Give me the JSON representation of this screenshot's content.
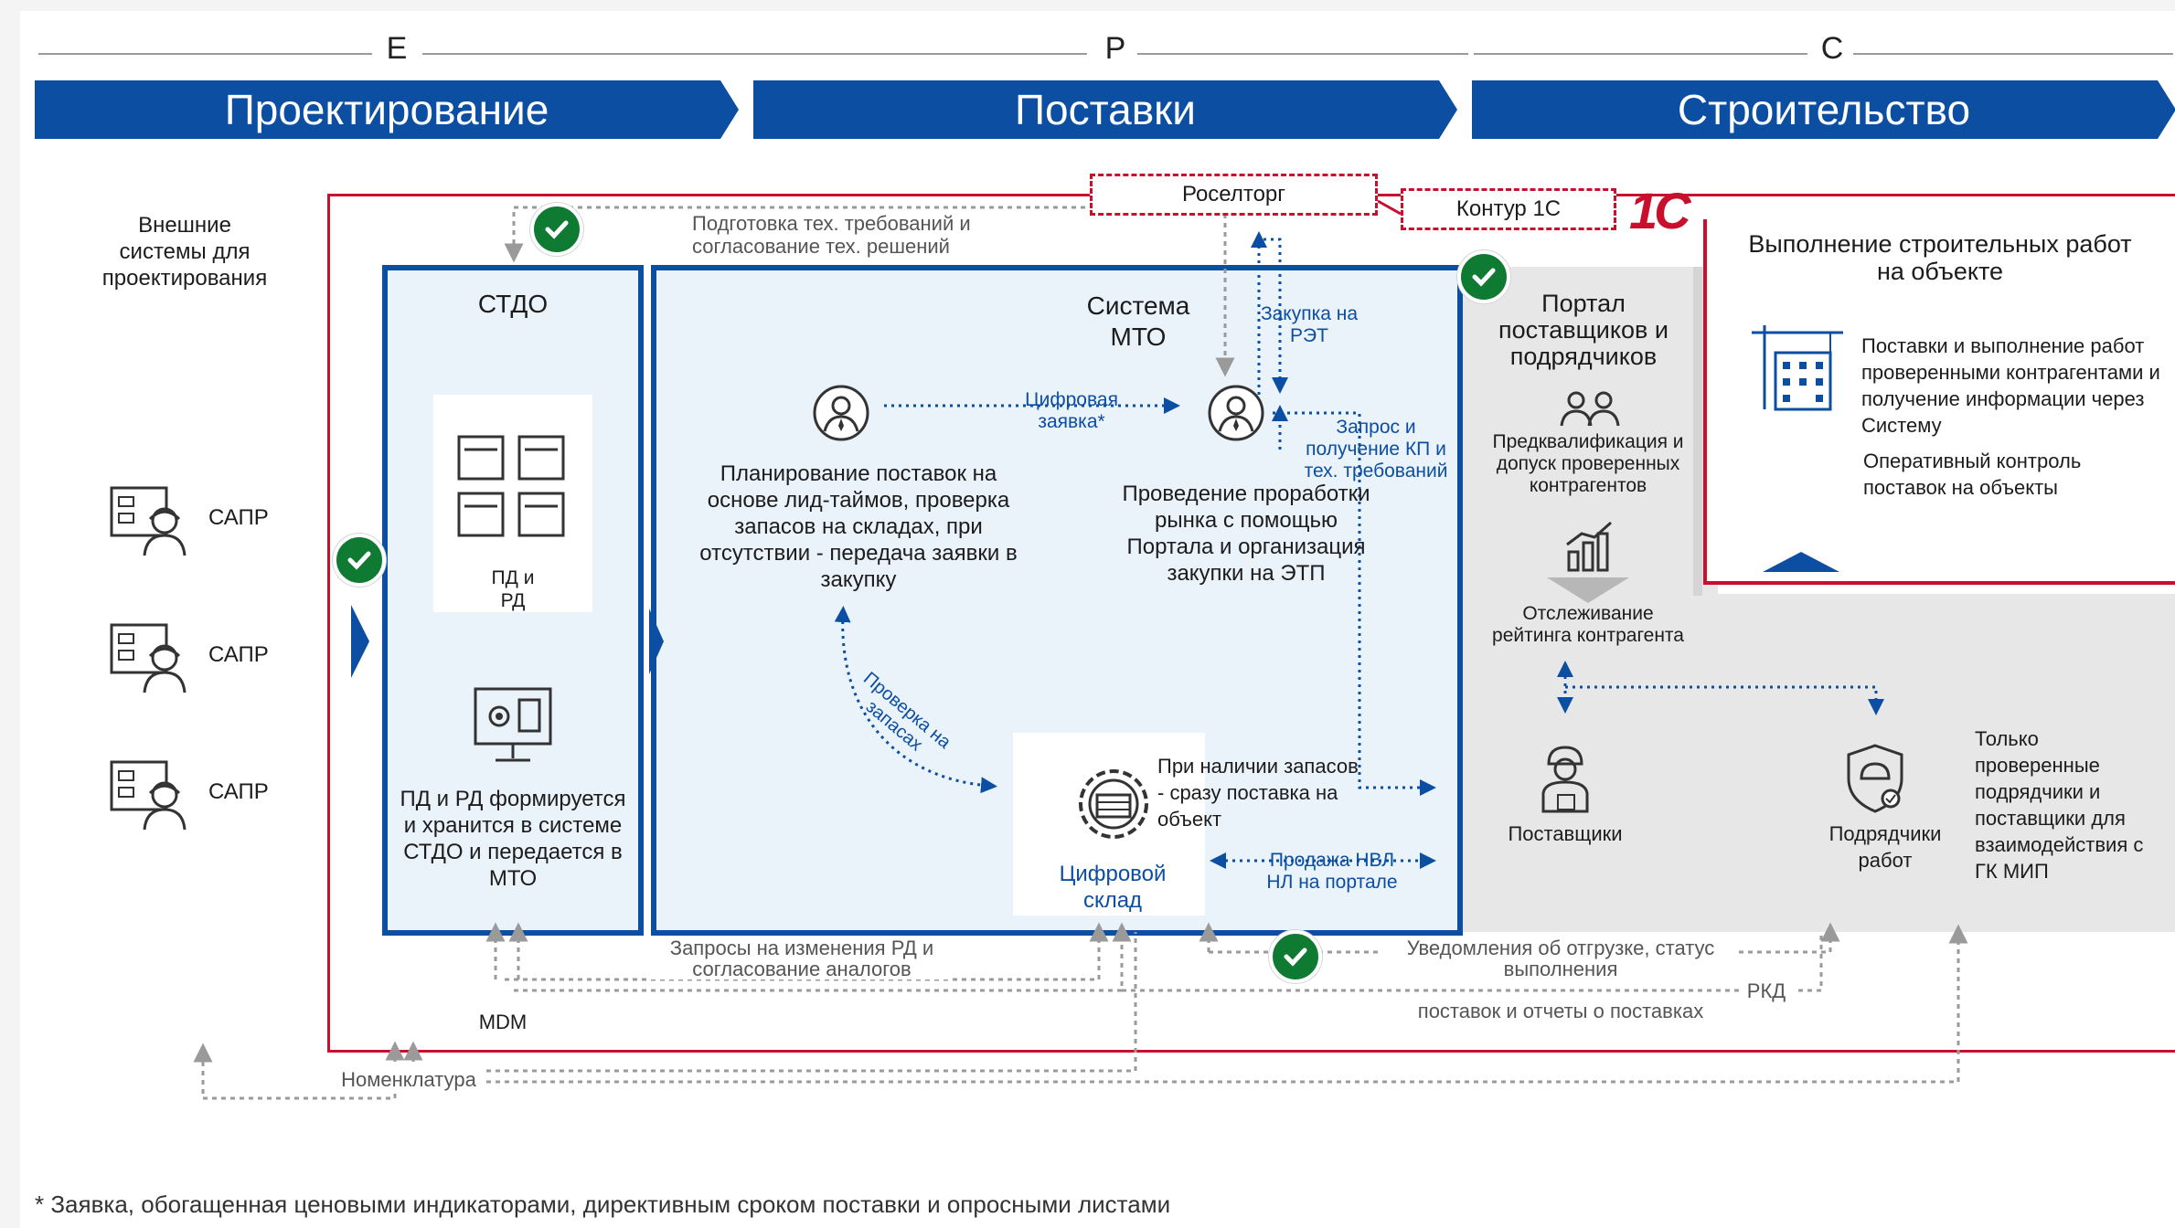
{
  "phases": [
    {
      "letter": "E",
      "title": "Проектирование"
    },
    {
      "letter": "P",
      "title": "Поставки"
    },
    {
      "letter": "C",
      "title": "Строительство"
    }
  ],
  "external": {
    "title": "Внешние системы для проектирования",
    "sapr": [
      "САПР",
      "САПР",
      "САПР"
    ]
  },
  "stdo": {
    "title": "СТДО",
    "docs_label": "ПД и РД",
    "desc": "ПД и РД формируется и хранится в системе СТДО и передается в МТО"
  },
  "mto": {
    "title": "Система МТО",
    "planning": "Планирование поставок на основе лид-таймов, проверка запасов на складах, при отсутствии - передача заявки в закупку",
    "digital_request": "Цифровая заявка*",
    "market": "Проведение проработки рынка с помощью Портала и организация закупки на ЭТП",
    "purchase_ret": "Закупка на РЭТ",
    "kp_request": "Запрос и получение КП и тех. требований",
    "stock_check": "Проверка на запасах",
    "stock_delivery": "При наличии запасов - сразу поставка на объект",
    "digital_warehouse": "Цифровой склад",
    "sale_nvl": "Продажа НВЛ НЛ на портале"
  },
  "top": {
    "roseltorg": "Роселторг",
    "kontur": "Контур 1С",
    "logo_1c": "1С",
    "tech_req": "Подготовка тех. требований и согласование тех. решений"
  },
  "portal": {
    "title": "Портал поставщиков и подрядчиков",
    "prequal": "Предквалификация и допуск проверенных контрагентов",
    "rating": "Отслеживание рейтинга контрагента",
    "suppliers": "Поставщики",
    "contractors": "Подрядчики работ",
    "only_verified": "Только проверенные подрядчики и поставщики для взаимодействия с ГК МИП"
  },
  "construction": {
    "title": "Выполнение строительных работ на объекте",
    "delivery": "Поставки и выполнение работ проверенными контрагентами и получение информации через Систему",
    "control": "Оперативный контроль поставок на объекты"
  },
  "bottom": {
    "changes": "Запросы на изменения РД и согласование аналогов",
    "notifications": "Уведомления об отгрузке, статус выполнения",
    "rkd": "РКД",
    "reports": "поставок и отчеты о поставках",
    "mdm": "MDM",
    "nomenclature": "Номенклатура"
  },
  "footnote": "* Заявка, обогащенная ценовыми индикаторами, директивным сроком поставки и опросными листами",
  "colors": {
    "brand_blue": "#0b4ea2",
    "red": "#c8102e",
    "green": "#0f7a32",
    "gray_panel": "#e7e7e7",
    "light_blue_panel": "#eaf2fa"
  }
}
